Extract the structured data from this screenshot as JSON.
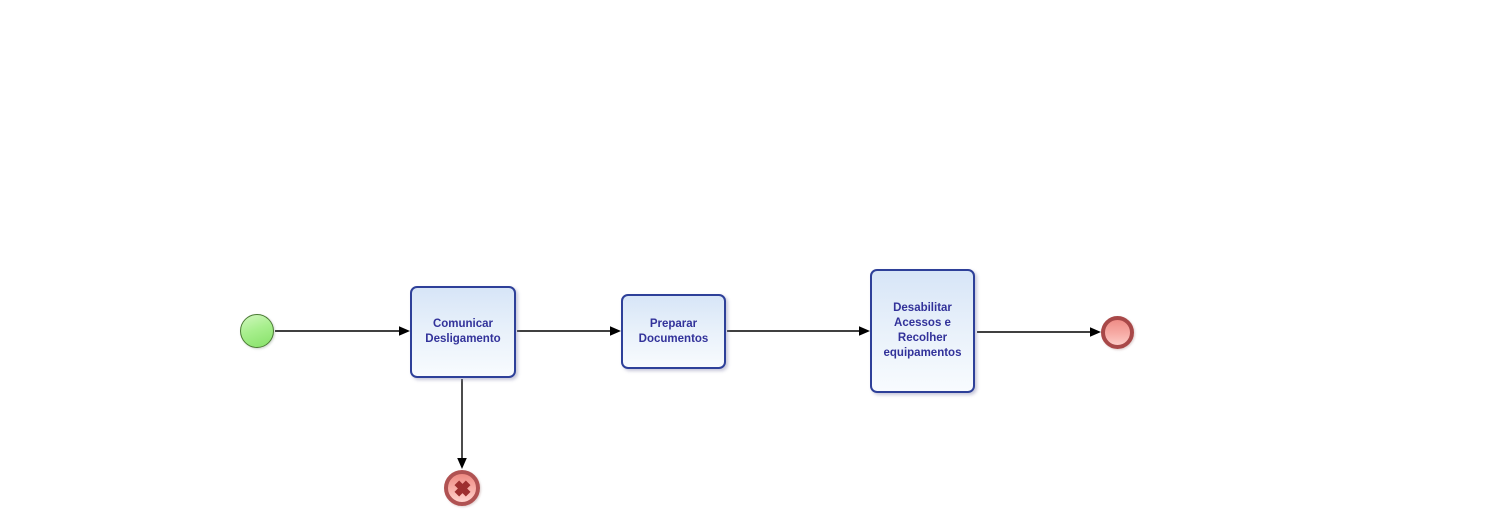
{
  "diagram": {
    "type": "bpmn-process",
    "background": "#ffffff",
    "colors": {
      "task_border": "#2e4099",
      "task_fill_top": "#d7e5f7",
      "task_fill_bottom": "#f8fbfe",
      "task_text": "#32329a",
      "start_event_fill": "#9dec82",
      "start_event_border": "#4a7a33",
      "end_event_ring": "#a84848",
      "end_event_fill": "#f4a19b",
      "cancel_event_ring": "#b05252",
      "cancel_event_x": "#9e2f2f",
      "connector": "#000000"
    },
    "events": {
      "start": {
        "name": "start-event",
        "kind": "start"
      },
      "end": {
        "name": "end-event",
        "kind": "end"
      },
      "cancel": {
        "name": "cancel-end-event",
        "kind": "cancel",
        "icon": "x-cross-icon"
      }
    },
    "tasks": [
      {
        "id": "task-comunicar-desligamento",
        "label": "Comunicar\nDesligamento"
      },
      {
        "id": "task-preparar-documentos",
        "label": "Preparar\nDocumentos"
      },
      {
        "id": "task-desabilitar-acessos",
        "label": "Desabilitar\nAcessos e\nRecolher\nequipamentos"
      }
    ],
    "flows": [
      {
        "from": "start-event",
        "to": "task-comunicar-desligamento"
      },
      {
        "from": "task-comunicar-desligamento",
        "to": "task-preparar-documentos"
      },
      {
        "from": "task-preparar-documentos",
        "to": "task-desabilitar-acessos"
      },
      {
        "from": "task-desabilitar-acessos",
        "to": "end-event"
      },
      {
        "from": "task-comunicar-desligamento",
        "to": "cancel-end-event"
      }
    ]
  }
}
